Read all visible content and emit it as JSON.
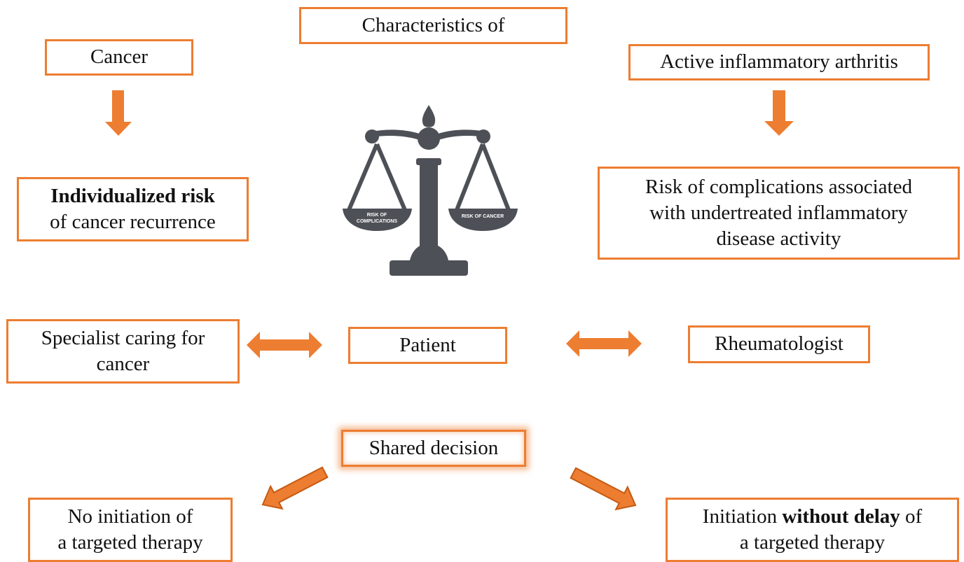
{
  "colors": {
    "accent": "#ED7D31",
    "accent_dark": "#C55A11",
    "scale": "#4E5057"
  },
  "top": {
    "title": "Characteristics of"
  },
  "left": {
    "condition": "Cancer",
    "risk_bold": "Individualized risk",
    "risk_rest": "of cancer recurrence",
    "specialist_line1": "Specialist caring for",
    "specialist_line2": "cancer"
  },
  "right": {
    "condition": "Active inflammatory arthritis",
    "risk_line1": "Risk of complications associated",
    "risk_line2": "with undertreated inflammatory",
    "risk_line3": "disease activity",
    "rheumatologist": "Rheumatologist"
  },
  "center": {
    "patient": "Patient",
    "shared_decision": "Shared decision",
    "scale_icon": "balance-scale-icon",
    "left_pan_line1": "RISK OF",
    "left_pan_line2": "COMPLICATIONS",
    "right_pan": "RISK OF CANCER"
  },
  "outcomes": {
    "no_initiation_line1": "No initiation of",
    "no_initiation_line2": "a targeted therapy",
    "initiation_pre": "Initiation ",
    "initiation_bold": "without delay",
    "initiation_post": " of",
    "initiation_line2": "a targeted therapy"
  }
}
